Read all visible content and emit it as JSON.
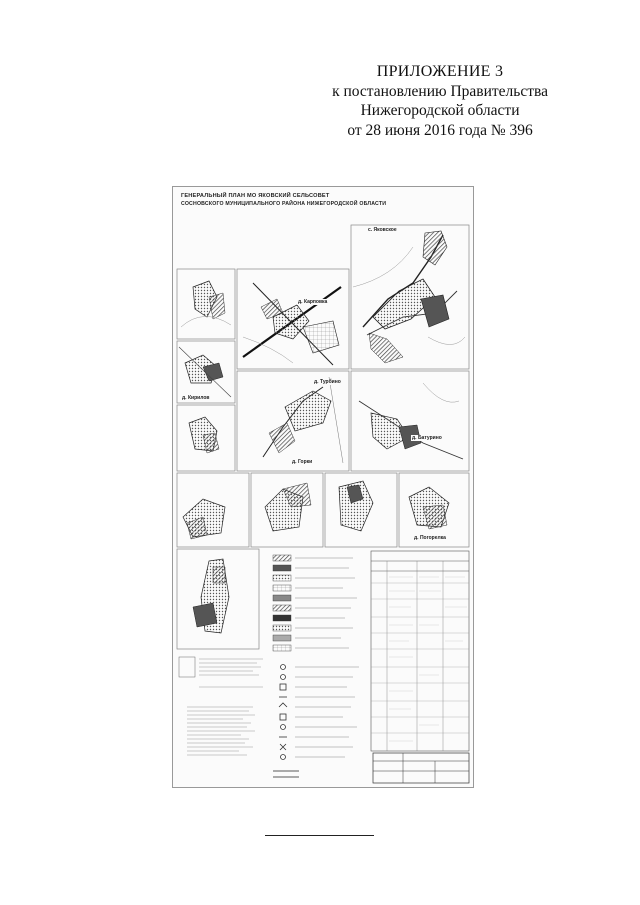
{
  "header": {
    "line1": "ПРИЛОЖЕНИЕ 3",
    "line2": "к постановлению Правительства",
    "line3": "Нижегородской области",
    "line4": "от 28 июня 2016 года № 396"
  },
  "sheet": {
    "title_line1": "ГЕНЕРАЛЬНЫЙ ПЛАН МО ЯКОВСКИЙ СЕЛЬСОВЕТ",
    "title_line2": "СОСНОВСКОГО МУНИЦИПАЛЬНОГО РАЙОНА НИЖЕГОРОДСКОЙ ОБЛАСТИ"
  },
  "maps": {
    "yakovskoe": "с. Яковское",
    "karpovka": "д. Карповка",
    "turbino": "д. Турбино",
    "baturino": "д. Батурино",
    "kirilovka": "д. Кирилов",
    "gorki": "д. Горки",
    "pogorelka": "д. Погорелка"
  },
  "colors": {
    "ink": "#111111",
    "sheet": "#fbfbfb",
    "hatch": "#444444"
  }
}
